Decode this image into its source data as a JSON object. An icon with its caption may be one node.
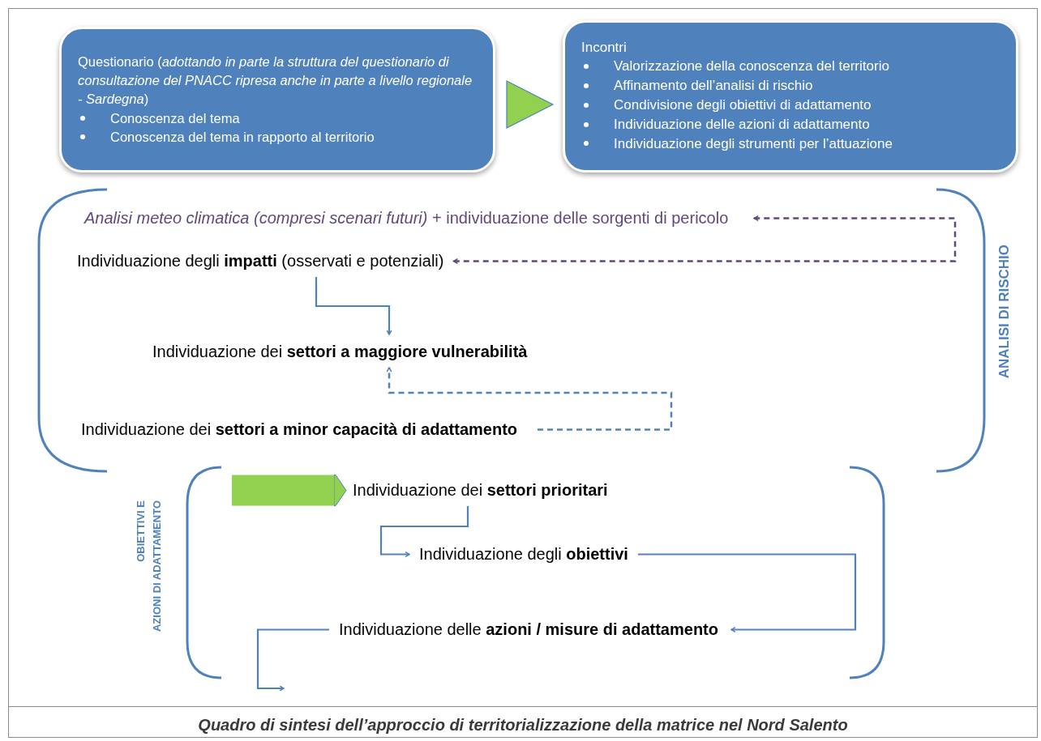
{
  "diagram": {
    "caption": "Quadro di sintesi dell’approccio di territorializzazione della matrice nel Nord Salento",
    "nodes": [
      {
        "text": [
          "Questionario (*adottando in parte la struttura del questionario di consultazione del PNACC ripresa anche in parte a livello regionale - Sardegna*)",
          "Conoscenza del tema",
          "Conoscenza del tema in rapporto al territorio"
        ]
      },
      {
        "text": [
          "Incontri",
          "Valorizzazione della conoscenza del territorio",
          "Affinamento dell’analisi di rischio",
          "Condivisione degli obiettivi di adattamento",
          "Individuazione delle azioni di adattamento",
          "Individuazione degli strumenti per l’attuazione"
        ]
      },
      {
        "text": [
          "*Analisi meteo climatica (compresi scenari futuri)* + individuazione delle sorgenti di pericolo"
        ]
      },
      {
        "text": [
          "Individuazione degli **impatti** (osservati e potenziali)"
        ]
      },
      {
        "text": [
          "Individuazione dei **settori a maggiore vulnerabilità**"
        ]
      },
      {
        "text": [
          "Individuazione dei **settori a minor capacità di adattamento**"
        ]
      },
      {
        "text": [
          "Individuazione dei **settori prioritari**"
        ]
      },
      {
        "text": [
          "Individuazione degli **obiettivi**"
        ]
      },
      {
        "text": [
          "Individuazione delle **azioni / misure di adattamento**"
        ]
      }
    ],
    "edges": [
      {
        "from": 0,
        "to": 1,
        "arrow": "to",
        "style": "thick",
        "color": "#92d050"
      },
      {
        "from": 2,
        "to": 3,
        "arrow": "both",
        "style": "dashed",
        "color": "#5f497a"
      },
      {
        "from": 3,
        "to": 4,
        "arrow": "to"
      },
      {
        "from": 5,
        "to": 4,
        "arrow": "to",
        "style": "dashed"
      },
      {
        "from": null,
        "to": 6,
        "arrow": "to",
        "style": "thick",
        "color": "#92d050"
      },
      {
        "from": 6,
        "to": 7,
        "arrow": "to"
      },
      {
        "from": 7,
        "to": 8,
        "arrow": "to"
      },
      {
        "from": 8,
        "to": null,
        "arrow": "to"
      }
    ],
    "labels": [
      "ANALISI DI RISCHIO",
      "OBIETTIVI E",
      "AZIONI DI ADATTAMENTO"
    ]
  }
}
